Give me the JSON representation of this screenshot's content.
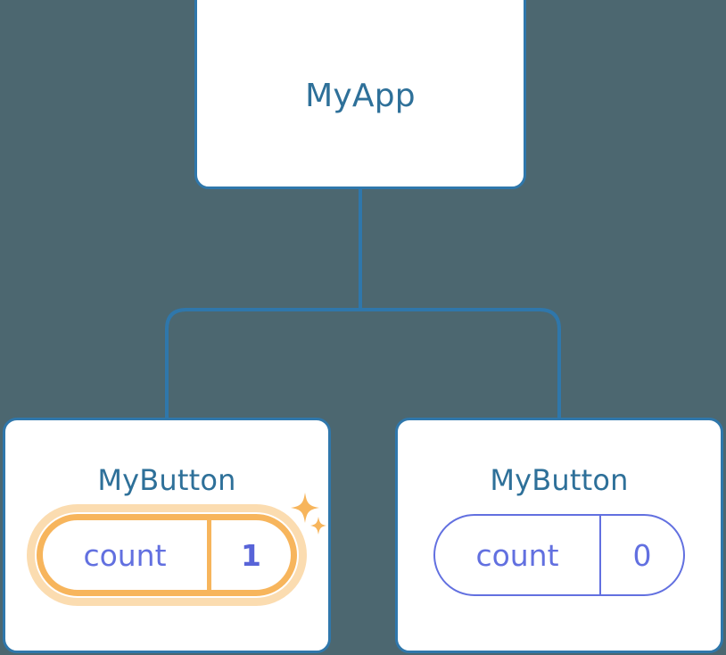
{
  "diagram": {
    "type": "component-tree",
    "background_color": "#4c6770",
    "node_border_color": "#2f77ab",
    "node_text_color": "#2e7099",
    "connector_color": "#2f77ab",
    "state_idle_color": "#6270e0",
    "state_updated_color": "#f7b55c",
    "state_updated_glow_color": "#fbdcb0",
    "root": {
      "title": "MyApp"
    },
    "children": [
      {
        "title": "MyButton",
        "state": {
          "key": "count",
          "value": "1",
          "highlighted": true,
          "sparkle_icons": [
            "sparkle-large-icon",
            "sparkle-small-icon"
          ]
        }
      },
      {
        "title": "MyButton",
        "state": {
          "key": "count",
          "value": "0",
          "highlighted": false
        }
      }
    ]
  }
}
